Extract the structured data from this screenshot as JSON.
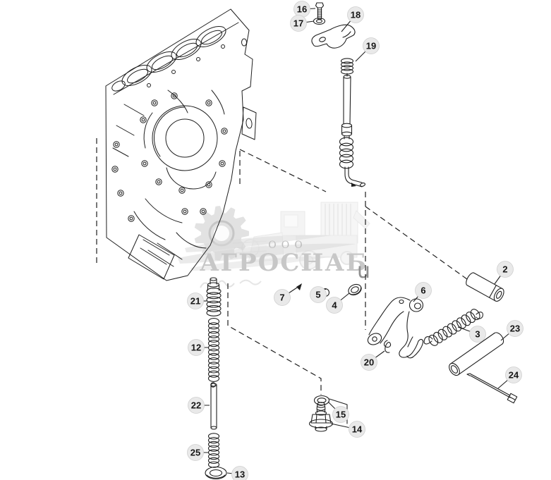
{
  "watermark": {
    "org_form": "ООО",
    "brand": "АГРОСНАБ",
    "stray_char": "u"
  },
  "colors": {
    "line": "#1f1f1f",
    "callout_fill": "#e9e9e9",
    "callout_border": "#cfcfcf",
    "watermark_gray": "#c7c7c7",
    "background": "#ffffff"
  },
  "diagram": {
    "callouts": [
      {
        "label": "16"
      },
      {
        "label": "17"
      },
      {
        "label": "18"
      },
      {
        "label": "19"
      },
      {
        "label": "2"
      },
      {
        "label": "21"
      },
      {
        "label": "12"
      },
      {
        "label": "22"
      },
      {
        "label": "25"
      },
      {
        "label": "13"
      },
      {
        "label": "7"
      },
      {
        "label": "5"
      },
      {
        "label": "4"
      },
      {
        "label": "6"
      },
      {
        "label": "20"
      },
      {
        "label": "3"
      },
      {
        "label": "23"
      },
      {
        "label": "24"
      },
      {
        "label": "15"
      },
      {
        "label": "14"
      }
    ]
  }
}
